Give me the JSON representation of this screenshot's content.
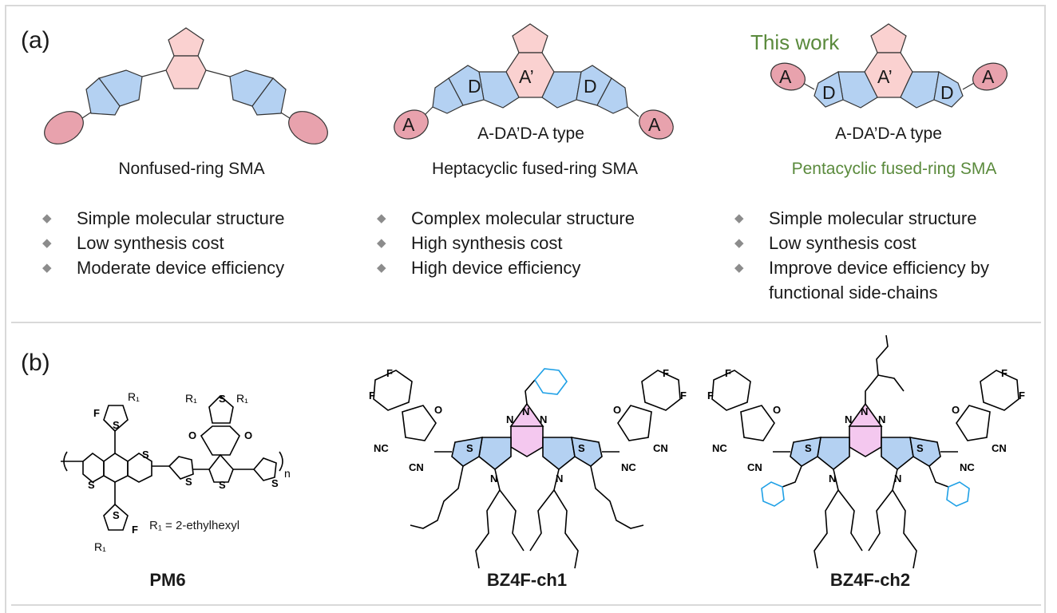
{
  "panel_a": {
    "label": "(a)",
    "columns": [
      {
        "title": "Nonfused-ring SMA",
        "bullets": [
          "Simple molecular  structure",
          "Low synthesis cost",
          "Moderate device efficiency"
        ]
      },
      {
        "type_label": "A-DA’D-A type",
        "ring_labels": {
          "A": "A",
          "D": "D",
          "Aprime": "A’"
        },
        "title": "Heptacyclic fused-ring SMA",
        "bullets": [
          "Complex molecular structure",
          "High synthesis cost",
          "High device efficiency"
        ]
      },
      {
        "heading": "This work",
        "type_label": "A-DA’D-A type",
        "ring_labels": {
          "A": "A",
          "D": "D",
          "Aprime": "A’"
        },
        "title": "Pentacyclic fused-ring SMA",
        "bullets": [
          "Simple molecular  structure",
          "Low synthesis cost",
          "Improve device efficiency by functional side-chains"
        ]
      }
    ],
    "colors": {
      "donor_fill": "#b4d1f2",
      "core_fill": "#fad1d0",
      "acceptor_fill": "#e8a2ad",
      "highlight_text": "#5a8a3c"
    }
  },
  "panel_b": {
    "label": "(b)",
    "molecules": [
      {
        "name": "PM6",
        "note": "R₁ = 2-ethylhexyl",
        "atoms": {
          "F": "F",
          "R1": "R₁",
          "S": "S",
          "O": "O",
          "n": "n"
        }
      },
      {
        "name": "BZ4F-ch1",
        "atoms": {
          "F": "F",
          "O": "O",
          "S": "S",
          "N": "N",
          "CN": "CN",
          "NC": "NC"
        }
      },
      {
        "name": "BZ4F-ch2",
        "atoms": {
          "F": "F",
          "O": "O",
          "S": "S",
          "N": "N",
          "CN": "CN",
          "NC": "NC"
        }
      }
    ],
    "colors": {
      "cyclohexyl": "#1ea0e6",
      "core_highlight": "#f4c8ef"
    }
  }
}
